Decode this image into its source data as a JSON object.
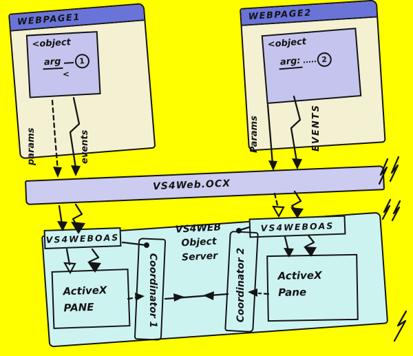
{
  "colors": {
    "background": "#FFFF00",
    "window_body": "#F4F0D2",
    "title_bar": "#6A73D8",
    "object_box": "#C4C4EE",
    "ocx_bar": "#CBCCEF",
    "server_box": "#CDF3F1",
    "ink": "#141414"
  },
  "webpage1": {
    "title": "WEBPAGE1",
    "object_tag": "<object",
    "arg_label": "arg",
    "arg_number": "1",
    "extra_mark": "<",
    "params_label": "params",
    "events_label": "events"
  },
  "webpage2": {
    "title": "WEBPAGE2",
    "object_tag": "<object",
    "arg_label": "arg:",
    "arg_number": "2",
    "params_label": "Params",
    "events_label": "EVENTS"
  },
  "ocx_bar": {
    "label": "VS4Web.OCX"
  },
  "server": {
    "title_line1": "VS4WEB",
    "title_line2": "Object",
    "title_line3": "Server",
    "left_oas": "VS4WEBOAS",
    "right_oas": "VS4WEBOAS",
    "coordinator1": "Coordinator 1",
    "coordinator2": "Coordinator 2",
    "left_pane_line1": "ActiveX",
    "left_pane_line2": "PANE",
    "right_pane_line1": "ActiveX",
    "right_pane_line2": "Pane"
  }
}
